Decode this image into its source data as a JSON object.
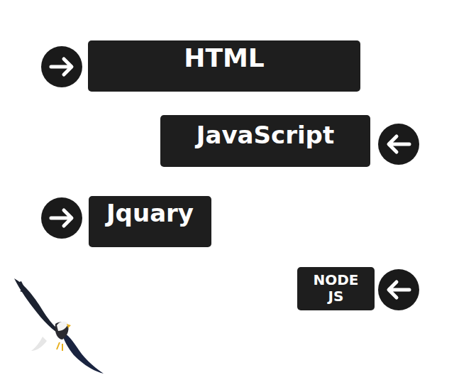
{
  "diagram": {
    "nodes": [
      {
        "text": [
          "HTML"
        ]
      },
      {
        "text": [
          "JavaScript"
        ]
      },
      {
        "text": [
          "Jquary"
        ]
      },
      {
        "text": [
          "NODE JS"
        ]
      }
    ]
  }
}
